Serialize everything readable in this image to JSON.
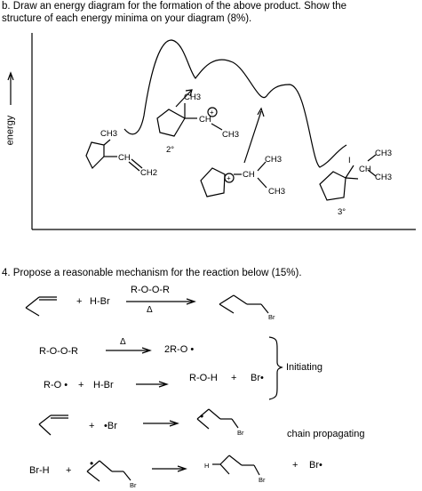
{
  "part_b": {
    "line1": "b.  Draw an energy diagram for the formation of the above product.  Show the",
    "line2": "structure of each energy minima on your diagram (8%).",
    "axis_label": "energy",
    "mol1": {
      "ch3": "CH3",
      "ch": "CH",
      "ch2": "CH2"
    },
    "mol2": {
      "ch3_top": "CH3",
      "ch": "CH",
      "ch3": "CH3",
      "plus": "+",
      "label": "2°"
    },
    "mol3": {
      "plus": "+",
      "ch": "CH",
      "ch3_a": "CH3",
      "ch3_b": "CH3"
    },
    "mol4": {
      "sub": "I",
      "ch3_a": "CH3",
      "ch": "CH",
      "ch3_b": "CH3",
      "label": "3°"
    }
  },
  "part_4": {
    "question": "4.  Propose a reasonable mechanism for the reaction below (15%).",
    "r1": {
      "plus": "+",
      "hbr": "H-Br",
      "reagent": "R-O-O-R",
      "delta": "Δ",
      "br": "Br"
    },
    "r2": {
      "left": "R-O-O-R",
      "delta": "Δ",
      "right": "2R-O •"
    },
    "r3": {
      "left": "R-O •",
      "plus1": "+",
      "hbr": "H-Br",
      "roh": "R-O-H",
      "plus2": "+",
      "br": "Br•"
    },
    "initiating": "Initiating",
    "r4": {
      "plus": "+",
      "br": "•Br",
      "prod_br": "Br",
      "dot": "•"
    },
    "chain": "chain propagating",
    "r5": {
      "hbr": "Br-H",
      "plus": "+",
      "dot": "•",
      "br": "Br",
      "h": "H",
      "prod_br": "Br",
      "plus2": "+",
      "br_rad": "Br•"
    }
  }
}
